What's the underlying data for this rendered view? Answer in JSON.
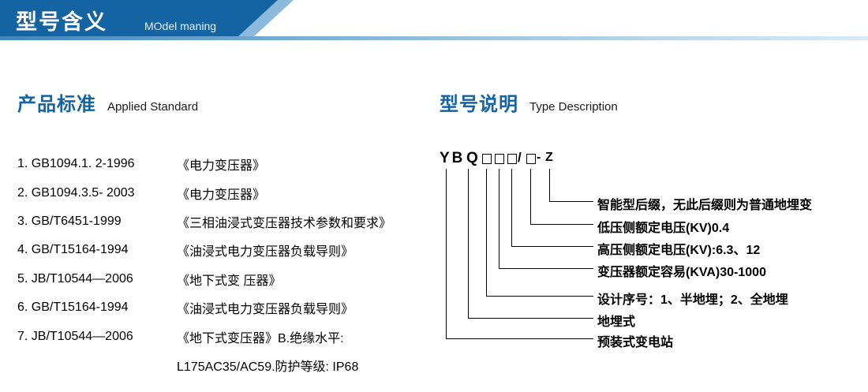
{
  "header": {
    "title": "型号含义",
    "subtitle": "MOdel maning"
  },
  "left": {
    "heading": "产品标准",
    "heading_en": "Applied Standard",
    "items": [
      {
        "code": "1. GB1094.1. 2-1996",
        "title": "《电力变压器》"
      },
      {
        "code": "2. GB1094.3.5- 2003",
        "title": "《电力变压器》"
      },
      {
        "code": "3. GB/T6451-1999",
        "title": "《三相油浸式变压器技术参数和要求》"
      },
      {
        "code": "4. GB/T15164-1994",
        "title": "《油浸式电力变压器负载导则》"
      },
      {
        "code": "5. JB/T10544—2006",
        "title": "《地下式变 压器》"
      },
      {
        "code": "6. GB/T15164-1994",
        "title": "《油浸式电力变压器负载导则》"
      },
      {
        "code": "7. JB/T10544—2006",
        "title": "《地下式变压器》B.绝缘水平:"
      }
    ],
    "continuation": "L175AC35/AC59.防护等级: IP68"
  },
  "right": {
    "heading": "型号说明",
    "heading_en": "Type Description",
    "model": {
      "prefix": "YB",
      "type_letter": "Q",
      "slash": "/",
      "dash": "-",
      "suffix": "Z"
    },
    "labels": [
      "智能型后缀，无此后缀则为普通地埋变",
      "低压侧额定电压(KV)0.4",
      "高压侧额定电压(KV):6.3、12",
      "变压器额定容易(KVA)30-1000",
      "设计序号：1、半地埋；2、全地埋",
      "地埋式",
      "预装式变电站"
    ]
  },
  "colors": {
    "banner_blue": "#1463a3",
    "banner_accent": "#8db9dc",
    "heading_blue": "#1463a3"
  }
}
